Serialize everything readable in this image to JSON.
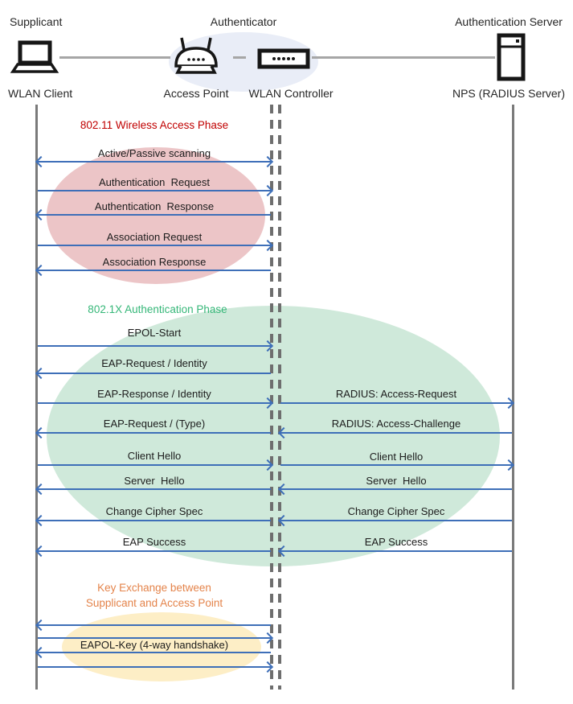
{
  "actors": {
    "supplicant_role": "Supplicant",
    "authenticator_role": "Authenticator",
    "auth_server_role": "Authentication Server",
    "wlan_client": "WLAN Client",
    "access_point": "Access Point",
    "wlan_controller": "WLAN Controller",
    "nps": "NPS (RADIUS Server)"
  },
  "icons": {
    "supplicant": "laptop-icon",
    "access_point": "wireless-router-icon",
    "wlan_controller": "controller-box-icon",
    "auth_server": "server-tower-icon"
  },
  "phases": {
    "phase1_title": "802.11 Wireless Access Phase",
    "phase2_title": "802.1X Authentication Phase",
    "phase3_title_line1": "Key Exchange between",
    "phase3_title_line2": "Supplicant and Access Point"
  },
  "messages_left": [
    "Active/Passive scanning",
    "Authentication  Request",
    "Authentication  Response",
    "Association Request",
    "Association Response",
    "EPOL-Start",
    "EAP-Request / Identity",
    "EAP-Response / Identity",
    "EAP-Request / (Type)",
    "Client Hello",
    "Server  Hello",
    "Change Cipher Spec",
    "EAP Success",
    "EAPOL-Key (4-way handshake)"
  ],
  "messages_right": [
    "RADIUS: Access-Request",
    "RADIUS: Access-Challenge",
    "Client Hello",
    "Server  Hello",
    "Change Cipher Spec",
    "EAP Success"
  ],
  "colors": {
    "arrow_blue": "#3e6fb8",
    "lifeline_gray": "#7a7a7a",
    "phase1_red": "#c00000",
    "phase2_green": "#35b778",
    "phase3_orange": "#e4834a",
    "pink_fill": "#ecc5c7",
    "green_fill": "#cfe9da",
    "yellow_fill": "#fdeec6",
    "authenticator_fill": "#e9edf7"
  }
}
